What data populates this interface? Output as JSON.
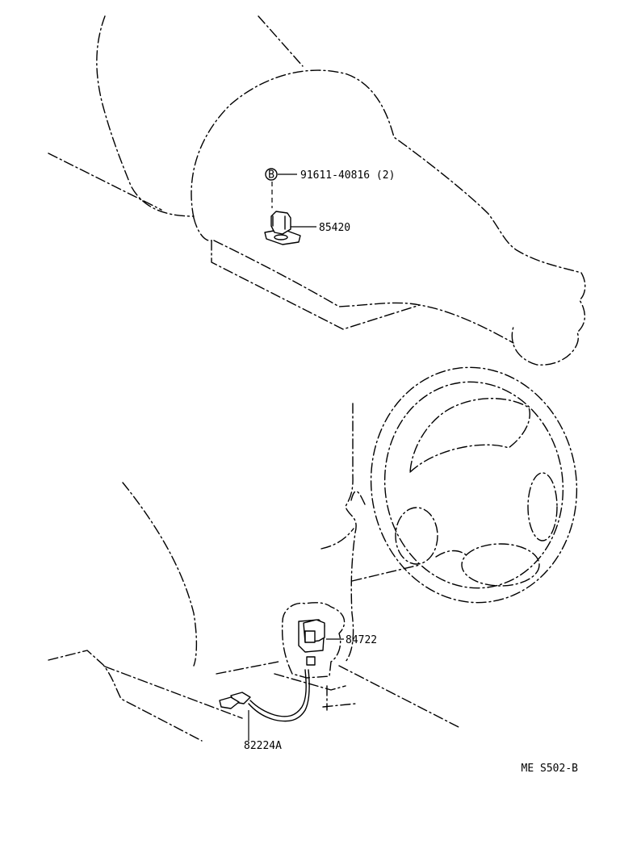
{
  "callouts": {
    "bolt_marker": "B",
    "bolt_part": "91611-40816 (2)",
    "sensor_part": "85420",
    "switch_part": "84722",
    "wire_part": "82224A"
  },
  "figure_code": "ME S502-B"
}
